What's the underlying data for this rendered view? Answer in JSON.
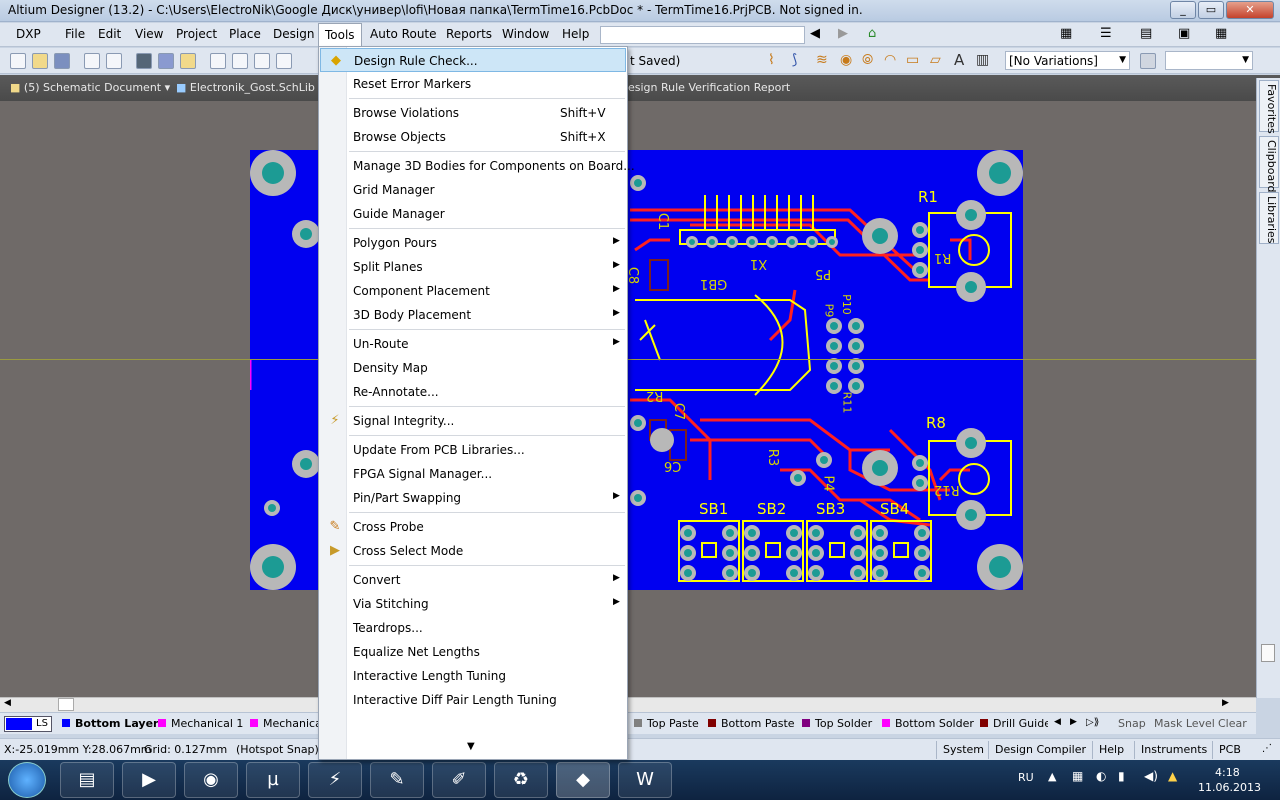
{
  "window": {
    "title": "Altium Designer (13.2) - C:\\Users\\ElectroNik\\Google Диск\\универ\\lofi\\Новая папка\\TermTime16.PcbDoc * - TermTime16.PrjPCB. Not signed in."
  },
  "menubar": {
    "items": [
      "DXP",
      "File",
      "Edit",
      "View",
      "Project",
      "Place",
      "Design",
      "Tools",
      "Auto Route",
      "Reports",
      "Window",
      "Help"
    ]
  },
  "toolbar2": {
    "saved_text": "t Saved)",
    "variations": "[No Variations]"
  },
  "doctabs": {
    "schematic": "(5) Schematic Document",
    "schlib": "Electronik_Gost.SchLib *",
    "drc": "esign Rule Verification Report"
  },
  "rightpanel": {
    "tabs": [
      "Favorites",
      "Clipboard",
      "Libraries"
    ]
  },
  "pcb": {
    "labels": [
      "R1",
      "R8",
      "SB1",
      "SB2",
      "SB3",
      "SB4",
      "C1",
      "X1",
      "P5",
      "GB1",
      "C8",
      "R2",
      "C7",
      "C6",
      "R3",
      "P4",
      "R1",
      "R12",
      "P10",
      "P9",
      "R11"
    ]
  },
  "layers": {
    "current": "LS",
    "items": [
      {
        "name": "Bottom Layer",
        "color": "#0000ff"
      },
      {
        "name": "Mechanical 1",
        "color": "#ff00ff"
      },
      {
        "name": "Mechanica",
        "color": "#ff00ff"
      },
      {
        "name": "Top Paste",
        "color": "#808080"
      },
      {
        "name": "Bottom Paste",
        "color": "#800000"
      },
      {
        "name": "Top Solder",
        "color": "#800080"
      },
      {
        "name": "Bottom Solder",
        "color": "#ff00ff"
      },
      {
        "name": "Drill Guide",
        "color": "#800000"
      }
    ],
    "snap": "Snap",
    "mask": "Mask Level",
    "clear": "Clear"
  },
  "status": {
    "coords": "X:-25.019mm Y:28.067mm",
    "grid": "Grid: 0.127mm",
    "snap": "(Hotspot Snap)",
    "buttons": [
      "System",
      "Design Compiler",
      "Help",
      "Instruments",
      "PCB"
    ]
  },
  "tools_menu": {
    "items": [
      {
        "label": "Design Rule Check...",
        "icon": "drc-icon",
        "highlight": true
      },
      {
        "label": "Reset Error Markers"
      },
      {
        "sep": true
      },
      {
        "label": "Browse Violations",
        "shortcut": "Shift+V"
      },
      {
        "label": "Browse Objects",
        "shortcut": "Shift+X"
      },
      {
        "sep": true
      },
      {
        "label": "Manage 3D Bodies for Components on Board..."
      },
      {
        "label": "Grid Manager"
      },
      {
        "label": "Guide Manager"
      },
      {
        "sep": true
      },
      {
        "label": "Polygon Pours",
        "sub": true
      },
      {
        "label": "Split Planes",
        "sub": true
      },
      {
        "label": "Component Placement",
        "sub": true
      },
      {
        "label": "3D Body Placement",
        "sub": true
      },
      {
        "sep": true
      },
      {
        "label": "Un-Route",
        "sub": true
      },
      {
        "label": "Density Map"
      },
      {
        "label": "Re-Annotate..."
      },
      {
        "sep": true
      },
      {
        "label": "Signal Integrity...",
        "icon": "signal-integrity-icon"
      },
      {
        "sep": true
      },
      {
        "label": "Update From PCB Libraries..."
      },
      {
        "label": "FPGA Signal Manager..."
      },
      {
        "label": "Pin/Part Swapping",
        "sub": true
      },
      {
        "sep": true
      },
      {
        "label": "Cross Probe",
        "icon": "cross-probe-icon"
      },
      {
        "label": "Cross Select Mode",
        "icon": "cross-select-icon"
      },
      {
        "sep": true
      },
      {
        "label": "Convert",
        "sub": true
      },
      {
        "label": "Via Stitching",
        "sub": true
      },
      {
        "label": "Teardrops..."
      },
      {
        "label": "Equalize Net Lengths"
      },
      {
        "label": "Interactive Length Tuning"
      },
      {
        "label": "Interactive Diff Pair Length Tuning"
      }
    ]
  },
  "tray": {
    "lang": "RU",
    "time": "4:18",
    "date": "11.06.2013"
  }
}
